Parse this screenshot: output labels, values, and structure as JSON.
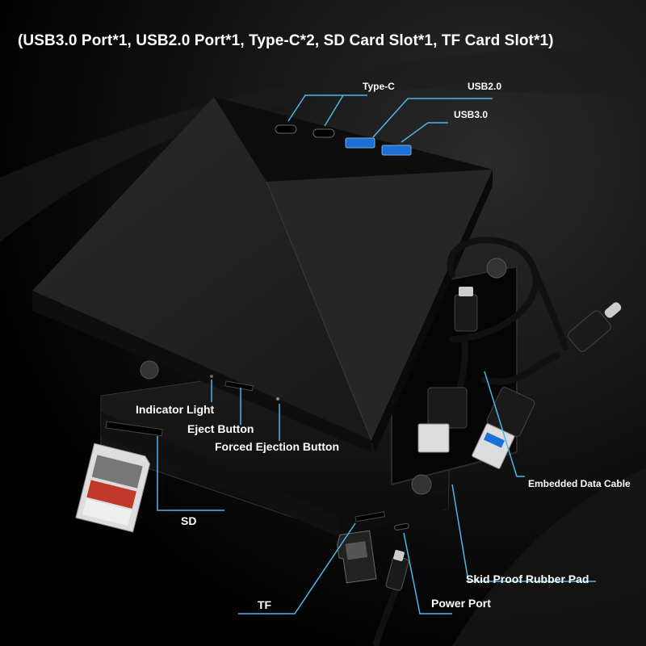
{
  "title": "(USB3.0 Port*1, USB2.0 Port*1, Type-C*2, SD Card Slot*1, TF Card Slot*1)",
  "labels": {
    "type_c": "Type-C",
    "usb2": "USB2.0",
    "usb3": "USB3.0",
    "indicator_light": "Indicator Light",
    "eject_button": "Eject Button",
    "forced_ejection_button": "Forced Ejection Button",
    "sd": "SD",
    "tf": "TF",
    "embedded_cable": "Embedded Data Cable",
    "rubber_pad": "Skid Proof Rubber Pad",
    "power_port": "Power Port"
  },
  "colors": {
    "callout": "#4fb6e8",
    "body": "#1a1a1a",
    "sd_card": "#c0392b"
  }
}
